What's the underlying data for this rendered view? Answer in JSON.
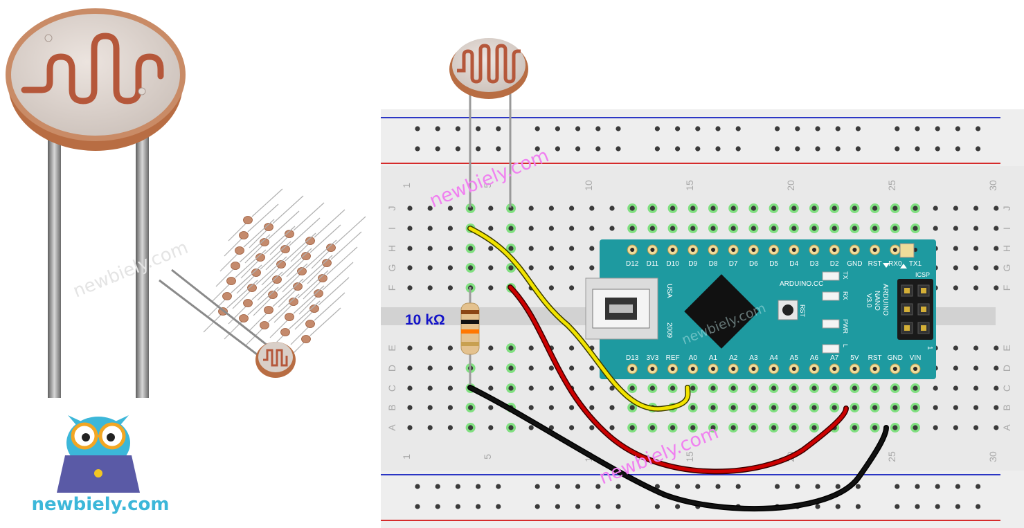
{
  "colors": {
    "photo_bg": "#ffffff",
    "ldr_body": "#c98b66",
    "ldr_face": "#d9cfc8",
    "ldr_track": "#b5573a",
    "board_bg": "#e9e9e9",
    "rail_red": "#d52b2b",
    "rail_blue": "#2b36c4",
    "hole": "#3a3a3a",
    "hole_active": "#80e080",
    "nano_pcb": "#1e9aa0",
    "wire_yellow": "#f2e300",
    "wire_red": "#cc0000",
    "wire_black": "#111111",
    "resistor_label": "#1414c8",
    "watermark": "#f080f0",
    "logo_blue": "#3cb7d9"
  },
  "breadboard": {
    "col_numbers": [
      "1",
      "5",
      "10",
      "15",
      "20",
      "25",
      "30"
    ],
    "row_letters": [
      "J",
      "I",
      "H",
      "G",
      "F",
      "E",
      "D",
      "C",
      "B",
      "A"
    ]
  },
  "resistor": {
    "label": "10 kΩ"
  },
  "nano": {
    "top_pins": [
      "D12",
      "D11",
      "D10",
      "D9",
      "D8",
      "D7",
      "D6",
      "D5",
      "D4",
      "D3",
      "D2",
      "GND",
      "RST",
      "RX0",
      "TX1"
    ],
    "bottom_pins": [
      "D13",
      "3V3",
      "REF",
      "A0",
      "A1",
      "A2",
      "A3",
      "A4",
      "A5",
      "A6",
      "A7",
      "5V",
      "RST",
      "GND",
      "VIN"
    ],
    "usa": "USA",
    "year": "2009",
    "brand": "ARDUINO.CC",
    "rst": "RST",
    "leds": [
      "TX",
      "RX",
      "PWR",
      "L"
    ],
    "model": [
      "ARDUINO",
      "NANO",
      "V3.0"
    ],
    "icsp": "ICSP",
    "icsp_pin1": "1"
  },
  "watermark": "newbiely.com",
  "logo": {
    "text": "newbiely.com"
  }
}
